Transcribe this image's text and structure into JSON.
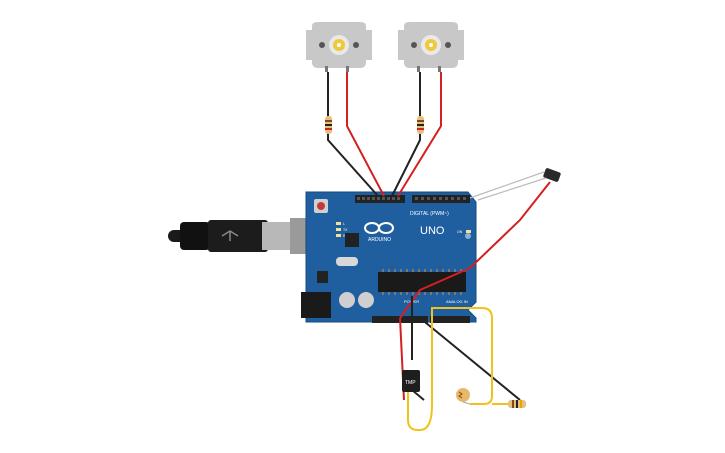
{
  "board": {
    "brand": "ARDUINO",
    "model": "UNO",
    "digital_header_label": "DIGITAL (PWM~)",
    "power_label": "POWER",
    "analog_label": "ANALOG IN",
    "led_tx": "TX",
    "led_rx": "RX",
    "led_l": "L",
    "led_on": "ON",
    "color": "#1f5f9f"
  },
  "sensor": {
    "label": "TMP"
  },
  "wires": {
    "red": "#d32020",
    "black": "#222222",
    "yellow": "#f2c21b",
    "gray": "#bbbbbb"
  },
  "components": [
    "dc-motor-1",
    "dc-motor-2",
    "resistor-1",
    "resistor-2",
    "usb-cable",
    "photoresistor",
    "temperature-sensor",
    "resistor-3",
    "ir-receiver"
  ]
}
